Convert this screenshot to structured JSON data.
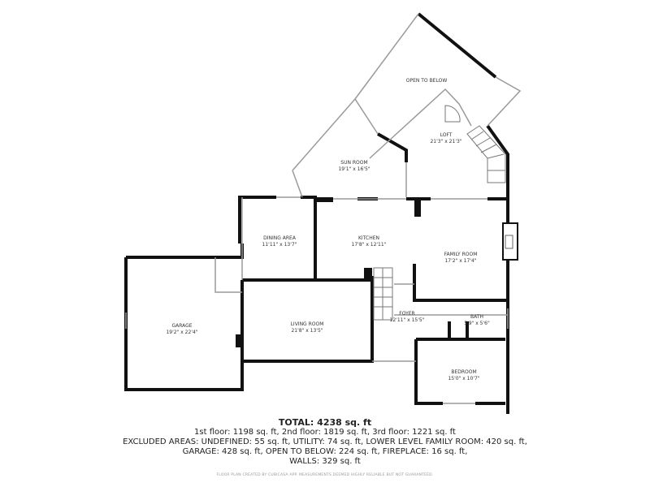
{
  "rooms": [
    {
      "name": "OPEN TO BELOW",
      "dims": ""
    },
    {
      "name": "LOFT",
      "dims": "21'3\" x 21'3\""
    },
    {
      "name": "SUN ROOM",
      "dims": "19'1\" x 16'5\""
    },
    {
      "name": "DINING AREA",
      "dims": "11'11\" x 13'7\""
    },
    {
      "name": "KITCHEN",
      "dims": "17'8\" x 12'11\""
    },
    {
      "name": "FAMILY ROOM",
      "dims": "17'2\" x 17'4\""
    },
    {
      "name": "GARAGE",
      "dims": "19'2\" x 22'4\""
    },
    {
      "name": "LIVING ROOM",
      "dims": "21'8\" x 13'5\""
    },
    {
      "name": "FOYER",
      "dims": "12'11\" x 15'5\""
    },
    {
      "name": "BATH",
      "dims": "5'9\" x 5'6\""
    },
    {
      "name": "BEDROOM",
      "dims": "15'0\" x 10'7\""
    }
  ],
  "summary": {
    "total": "TOTAL: 4238 sq. ft",
    "floors": "1st floor: 1198 sq. ft, 2nd floor: 1819 sq. ft, 3rd floor: 1221 sq. ft",
    "excluded_1": "EXCLUDED AREAS: UNDEFINED: 55 sq. ft, UTILITY: 74 sq. ft, LOWER LEVEL FAMILY ROOM: 420 sq. ft,",
    "excluded_2": "GARAGE: 428 sq. ft, OPEN TO BELOW: 224 sq. ft, FIREPLACE: 16 sq. ft,",
    "walls": "WALLS: 329 sq. ft",
    "disclaimer": "FLOOR PLAN CREATED BY CUBICASA APP. MEASUREMENTS DEEMED HIGHLY RELIABLE BUT NOT GUARANTEED."
  },
  "colors": {
    "wall": "#111111",
    "thin_wall": "#9a9a9a"
  }
}
